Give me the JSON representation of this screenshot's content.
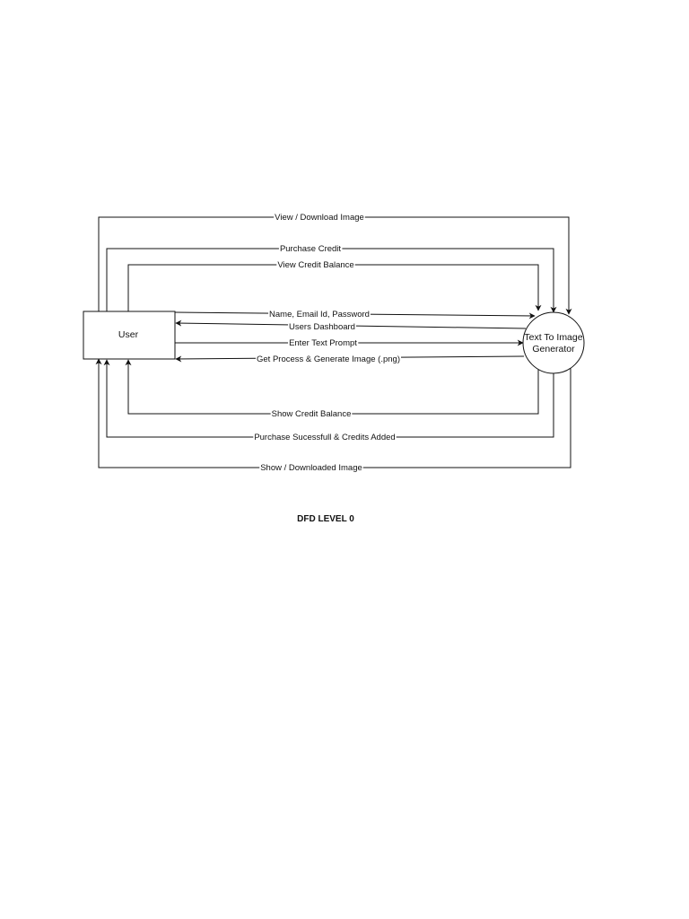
{
  "diagram": {
    "type": "data-flow-diagram",
    "caption": "DFD LEVEL 0",
    "nodes": {
      "user": {
        "label": "User",
        "shape": "rectangle"
      },
      "generator": {
        "label_lines": [
          "Text To Image",
          "Generator"
        ],
        "shape": "circle"
      }
    },
    "flows": [
      {
        "id": "view-download-image",
        "label": "View / Download Image",
        "from": "user",
        "to": "generator"
      },
      {
        "id": "purchase-credit",
        "label": "Purchase Credit",
        "from": "user",
        "to": "generator"
      },
      {
        "id": "view-credit-balance",
        "label": "View Credit Balance",
        "from": "user",
        "to": "generator"
      },
      {
        "id": "name-email-password",
        "label": "Name, Email Id, Password",
        "from": "user",
        "to": "generator"
      },
      {
        "id": "users-dashboard",
        "label": "Users Dashboard",
        "from": "generator",
        "to": "user"
      },
      {
        "id": "enter-text-prompt",
        "label": "Enter Text Prompt",
        "from": "user",
        "to": "generator"
      },
      {
        "id": "get-process-generate",
        "label": "Get Process & Generate Image (.png)",
        "from": "generator",
        "to": "user"
      },
      {
        "id": "show-credit-balance",
        "label": "Show Credit Balance",
        "from": "generator",
        "to": "user"
      },
      {
        "id": "purchase-successful",
        "label": "Purchase Sucessfull & Credits Added",
        "from": "generator",
        "to": "user"
      },
      {
        "id": "show-downloaded-image",
        "label": "Show / Downloaded Image",
        "from": "generator",
        "to": "user"
      }
    ]
  }
}
